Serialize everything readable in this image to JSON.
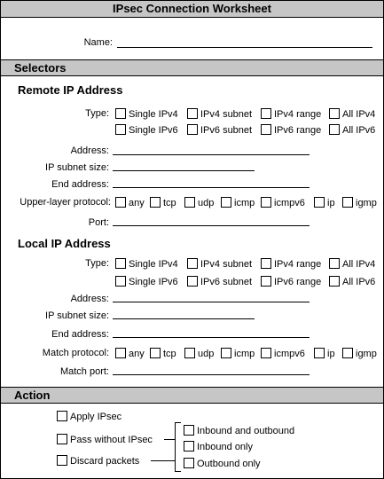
{
  "title": "IPsec Connection Worksheet",
  "name_label": "Name:",
  "sections": {
    "selectors": "Selectors",
    "action": "Action"
  },
  "remote": {
    "heading": "Remote IP Address",
    "type_label": "Type:",
    "type_row1": [
      "Single IPv4",
      "IPv4 subnet",
      "IPv4 range",
      "All IPv4"
    ],
    "type_row2": [
      "Single IPv6",
      "IPv6 subnet",
      "IPv6 range",
      "All IPv6"
    ],
    "address_label": "Address:",
    "subnet_label": "IP subnet size:",
    "end_label": "End address:",
    "protocol_label": "Upper-layer protocol:",
    "protocols": [
      "any",
      "tcp",
      "udp",
      "icmp",
      "icmpv6",
      "ip",
      "igmp"
    ],
    "port_label": "Port:"
  },
  "local": {
    "heading": "Local IP Address",
    "type_label": "Type:",
    "type_row1": [
      "Single IPv4",
      "IPv4 subnet",
      "IPv4 range",
      "All IPv4"
    ],
    "type_row2": [
      "Single IPv6",
      "IPv6 subnet",
      "IPv6 range",
      "All IPv6"
    ],
    "address_label": "Address:",
    "subnet_label": "IP subnet size:",
    "end_label": "End address:",
    "protocol_label": "Match protocol:",
    "protocols": [
      "any",
      "tcp",
      "udp",
      "icmp",
      "icmpv6",
      "ip",
      "igmp"
    ],
    "port_label": "Match port:"
  },
  "action": {
    "apply": "Apply IPsec",
    "pass": "Pass without IPsec",
    "discard": "Discard packets",
    "directions": [
      "Inbound and outbound",
      "Inbound only",
      "Outbound only"
    ]
  }
}
